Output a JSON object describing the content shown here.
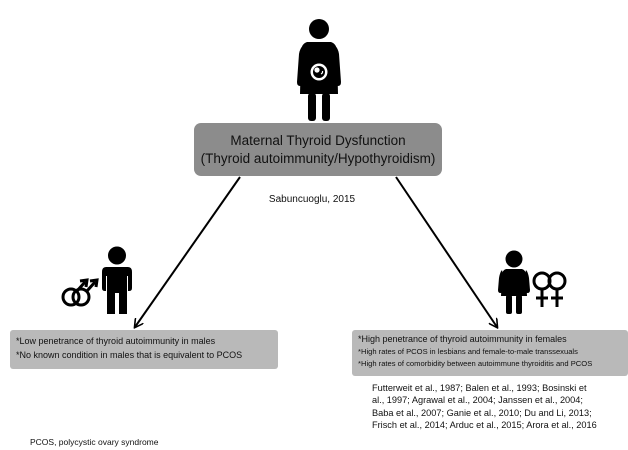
{
  "top_box": {
    "line1": "Maternal Thyroid Dysfunction",
    "line2": "(Thyroid autoimmunity/Hypothyroidism)"
  },
  "top_citation": "Sabuncuoglu, 2015",
  "left_box": {
    "lines": [
      "*Low penetrance of thyroid autoimmunity in males",
      "*No known condition in males that is equivalent to PCOS"
    ]
  },
  "right_box": {
    "line1": "*High penetrance of thyroid autoimmunity in females",
    "line2": "*High rates of PCOS in lesbians and female-to-male transsexuals",
    "line3": "*High rates of comorbidity between autoimmune thyroiditis and PCOS"
  },
  "references": [
    "Futterweit et al., 1987; Balen et al., 1993; Bosinski et",
    "al., 1997; Agrawal et al., 2004; Janssen et al., 2004;",
    "Baba et al., 2007; Ganie et al., 2010; Du and Li, 2013;",
    "Frisch et al., 2014; Arduc et al., 2015; Arora et al., 2016"
  ],
  "footnote": "PCOS, polycystic ovary syndrome",
  "icons": {
    "mother": "pregnant-woman-icon",
    "fetus": "fetus-icon",
    "male_child": "boy-icon",
    "male_symbol": "double-male-symbol-icon",
    "female_child": "girl-icon",
    "female_symbol": "double-female-symbol-icon"
  },
  "colors": {
    "top_box": "#8c8c8c",
    "side_boxes": "#b9b9b9",
    "figures": "#000000"
  }
}
